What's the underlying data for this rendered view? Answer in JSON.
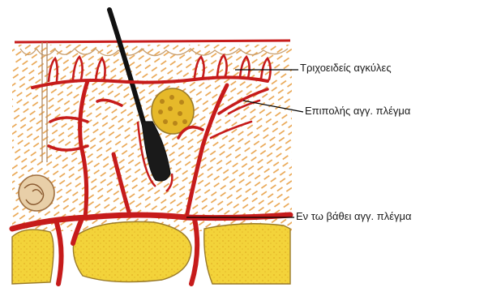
{
  "labels": {
    "capillary_loops": "Τριχοειδείς αγκύλες",
    "superficial_plexus": "Επιπολής αγγ. πλέγμα",
    "deep_plexus": "Εν τω βάθει αγγ. πλέγμα"
  },
  "colors": {
    "vessel": "#c61b1b",
    "dermis_hatch": "#e8a24a",
    "fat_fill": "#f3d33a",
    "fat_outline": "#9a7b2a",
    "hair": "#111111",
    "leader_line": "#000000",
    "gland_sweat": "#a07040",
    "gland_sebaceous": "#d8b23a"
  }
}
